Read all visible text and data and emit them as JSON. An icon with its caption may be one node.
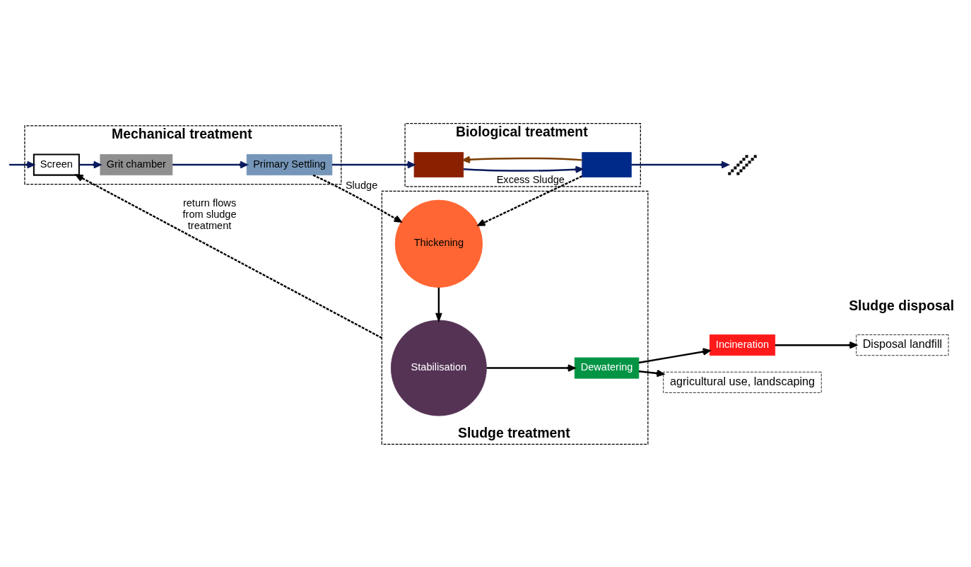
{
  "diagram": {
    "nodes": [
      {
        "text": [
          "Mechanical treatment"
        ]
      },
      {
        "text": [
          "Screen"
        ],
        "in": 0
      },
      {
        "text": [
          "Grit chamber"
        ],
        "in": 0
      },
      {
        "text": [
          "Primary Settling"
        ],
        "in": 0
      },
      {
        "text": [
          "Biological treatment"
        ]
      },
      {
        "text": [],
        "shape": "box",
        "in": 4
      },
      {
        "text": [],
        "shape": "box",
        "in": 4
      },
      {
        "text": [],
        "shape": "picture"
      },
      {
        "text": [
          "Sludge treatment"
        ]
      },
      {
        "text": [
          "Thickening"
        ],
        "in": 8
      },
      {
        "text": [
          "Stabilisation"
        ],
        "in": 8
      },
      {
        "text": [
          "Dewatering"
        ],
        "in": 8
      },
      {
        "text": [
          "Incineration"
        ]
      },
      {
        "text": [
          "Disposal landfill"
        ]
      },
      {
        "text": [
          "agricultural use, landscaping"
        ]
      }
    ],
    "edges": [
      {
        "from": null,
        "to": 1,
        "arrow": "to",
        "color": "#0a1a5c"
      },
      {
        "from": 1,
        "to": 2,
        "arrow": "to",
        "color": "#0a1a5c"
      },
      {
        "from": 2,
        "to": 3,
        "arrow": "to",
        "color": "#0a1a5c"
      },
      {
        "from": 3,
        "to": 5,
        "arrow": "to",
        "color": "#0a1a5c"
      },
      {
        "from": 5,
        "to": 6,
        "arrow": "to",
        "color": "#0a1a5c"
      },
      {
        "from": 6,
        "to": 7,
        "arrow": "to",
        "color": "#0a1a5c"
      },
      {
        "from": 6,
        "to": 5,
        "arrow": "to",
        "color": "#7a3c00"
      },
      {
        "from": 3,
        "to": 9,
        "arrow": "to",
        "style": "dashed",
        "label": "Sludge"
      },
      {
        "from": 6,
        "to": 9,
        "arrow": "to",
        "style": "dashed",
        "label": "Excess Sludge"
      },
      {
        "from": 8,
        "to": 1,
        "arrow": "to",
        "style": "dashed",
        "label": "return flows from sludge treatment"
      },
      {
        "from": 9,
        "to": 10,
        "arrow": "to"
      },
      {
        "from": 10,
        "to": 11,
        "arrow": "to"
      },
      {
        "from": 11,
        "to": 12,
        "arrow": "to"
      },
      {
        "from": 11,
        "to": 14,
        "arrow": "to"
      },
      {
        "from": 12,
        "to": 13,
        "arrow": "to"
      }
    ],
    "labels": [
      "Sludge disposal"
    ]
  }
}
